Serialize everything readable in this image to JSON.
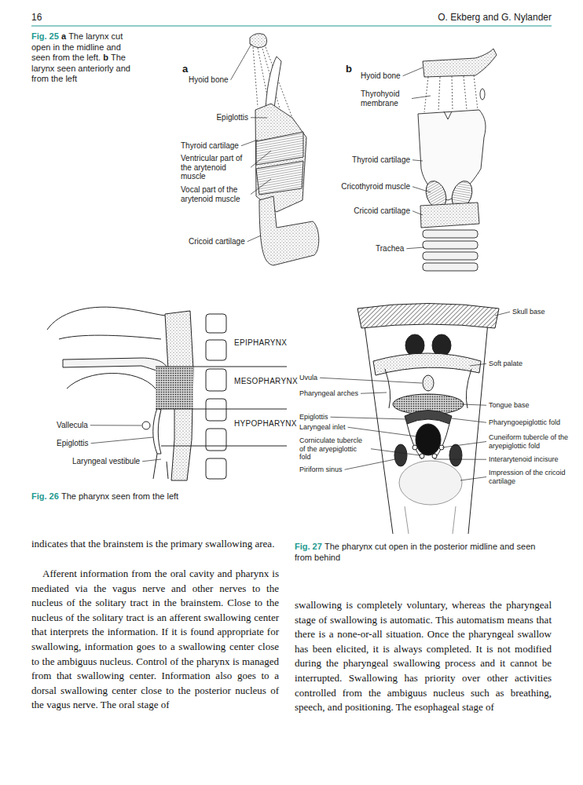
{
  "diagram": {
    "labels": [
      "16",
      "O. Ekberg and G. Nylander",
      "Fig. 25",
      "a",
      "The larynx cut open in the midline and seen from the left.",
      "b",
      "The larynx seen anteriorly and from the left",
      "a",
      "Hyoid bone",
      "Epiglottis",
      "Thyroid cartilage",
      "Ventricular part of the arytenoid muscle",
      "Vocal part of the arytenoid muscle",
      "Cricoid cartilage",
      "b",
      "Hyoid bone",
      "Thyrohyoid membrane",
      "Thyroid cartilage",
      "Cricothyroid muscle",
      "Cricoid cartilage",
      "Trachea",
      "EPIPHARYNX",
      "MESOPHARYNX",
      "HYPOPHARYNX",
      "Vallecula",
      "Epiglottis",
      "Laryngeal vestibule",
      "Fig. 26",
      "The pharynx seen from the left",
      "Skull base",
      "Soft palate",
      "Uvula",
      "Pharyngeal arches",
      "Tongue base",
      "Epiglottis",
      "Laryngeal inlet",
      "Pharyngoepiglottic fold",
      "Corniculate tubercle of the aryepiglottic fold",
      "Cuneiform tubercle of the aryepiglottic fold",
      "Interarytenoid incisure",
      "Piriform sinus",
      "Impression of the cricoid cartilage",
      "indicates that the brainstem is the primary swallowing area.",
      "Afferent information from the oral cavity and pharynx is mediated via the vagus nerve and other nerves to the nucleus of the solitary tract in the brainstem. Close to the nucleus of the solitary tract is an afferent swallowing center that interprets the information. If it is found appropriate for swallowing, information goes to a swallowing center close to the ambiguus nucleus. Control of the pharynx is managed from that swallowing center. Information also goes to a dorsal swallowing center close to the posterior nucleus of the vagus nerve. The oral stage of",
      "Fig. 27",
      "The pharynx cut open in the posterior midline and seen from behind",
      "swallowing is completely voluntary, whereas the pharyngeal stage of swallowing is automatic. This automatism means that there is a none-or-all situation. Once the pharyngeal swallow has been elicited, it is always completed. It is not modified during the pharyngeal swallowing process and it cannot be interrupted. Swallowing has priority over other activities controlled from the ambiguus nucleus such as breathing, speech, and positioning. The esophageal stage of"
    ]
  }
}
